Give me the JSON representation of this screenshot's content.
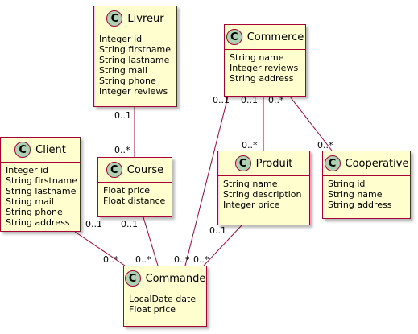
{
  "classes": {
    "livreur": {
      "name": "Livreur",
      "attrs": [
        "Integer id",
        "String firstname",
        "String lastname",
        "String mail",
        "String phone",
        "Integer reviews"
      ]
    },
    "commerce": {
      "name": "Commerce",
      "attrs": [
        "String name",
        "Integer reviews",
        "String address"
      ]
    },
    "client": {
      "name": "Client",
      "attrs": [
        "Integer id",
        "String firstname",
        "String lastname",
        "String mail",
        "String phone",
        "String address"
      ]
    },
    "course": {
      "name": "Course",
      "attrs": [
        "Float price",
        "Float distance"
      ]
    },
    "produit": {
      "name": "Produit",
      "attrs": [
        "String name",
        "String description",
        "Integer price"
      ]
    },
    "cooperative": {
      "name": "Cooperative",
      "attrs": [
        "String id",
        "String name",
        "String address"
      ]
    },
    "commande": {
      "name": "Commande",
      "attrs": [
        "LocalDate date",
        "Float price"
      ]
    }
  },
  "badge_letter": "C",
  "multiplicities": {
    "livreur_course_src": "0..1",
    "livreur_course_dst": "0..*",
    "commerce_commande_src": "0..1",
    "commerce_produit_src": "0..1",
    "commerce_cooperative_src": "0..*",
    "commerce_produit_dst": "0..*",
    "commerce_cooperative_dst": "0..*",
    "client_commande_src": "0..1",
    "course_commande_src": "0..1",
    "produit_commande_src": "0..1",
    "client_commande_dst": "0..*",
    "course_commande_dst": "0..*",
    "commerce_commande_dst": "0..*",
    "produit_commande_dst": "0..*"
  },
  "colors": {
    "class_fill": "#fefece",
    "border": "#a80036",
    "badge": "#add1b2"
  }
}
